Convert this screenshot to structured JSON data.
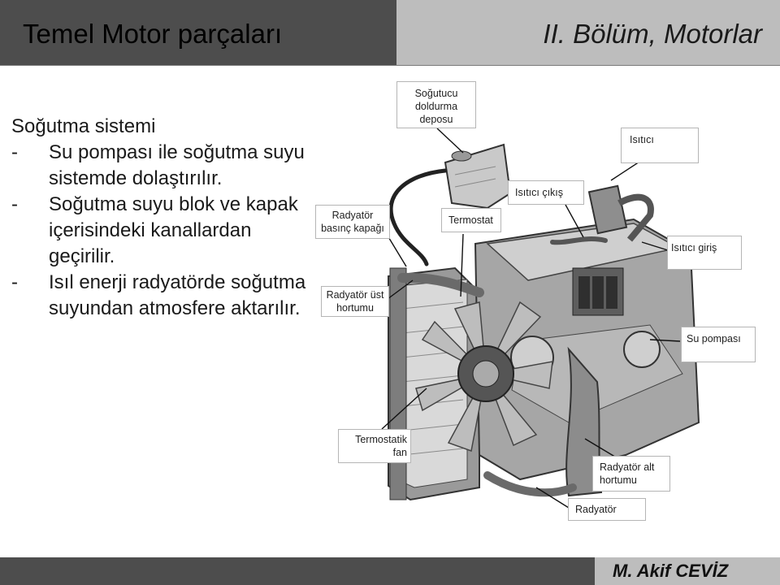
{
  "header": {
    "title": "Temel Motor parçaları",
    "section": "II. Bölüm, Motorlar"
  },
  "content": {
    "heading": "Soğutma sistemi",
    "bullets": [
      [
        "-",
        "Su pompası ile soğutma suyu",
        "sistemde dolaştırılır."
      ],
      [
        "-",
        "Soğutma suyu blok ve kapak",
        "içerisindeki kanallardan",
        "geçirilir."
      ],
      [
        "-",
        "Isıl enerji radyatörde soğutma",
        "suyundan atmosfere aktarılır."
      ]
    ]
  },
  "diagram": {
    "labels": {
      "sogutucu_deposu": [
        "Soğutucu",
        "doldurma",
        "deposu"
      ],
      "radyator_basinc_kapagi": [
        "Radyatör",
        "basınç kapağı"
      ],
      "termostat": [
        "Termostat"
      ],
      "isitici_cikis": [
        "Isıtıcı çıkış"
      ],
      "isitici": [
        "Isıtıcı"
      ],
      "isitici_giris": [
        "Isıtıcı giriş"
      ],
      "radyator_ust_hortumu": [
        "Radyatör üst",
        "hortumu"
      ],
      "su_pompasi": [
        "Su pompası"
      ],
      "termostatik_fan": [
        "Termostatik",
        "fan"
      ],
      "radyator_alt_hortumu": [
        "Radyatör alt",
        "hortumu"
      ],
      "radyator": [
        "Radyatör"
      ]
    }
  },
  "footer": {
    "author": "M. Akif CEVİZ"
  }
}
